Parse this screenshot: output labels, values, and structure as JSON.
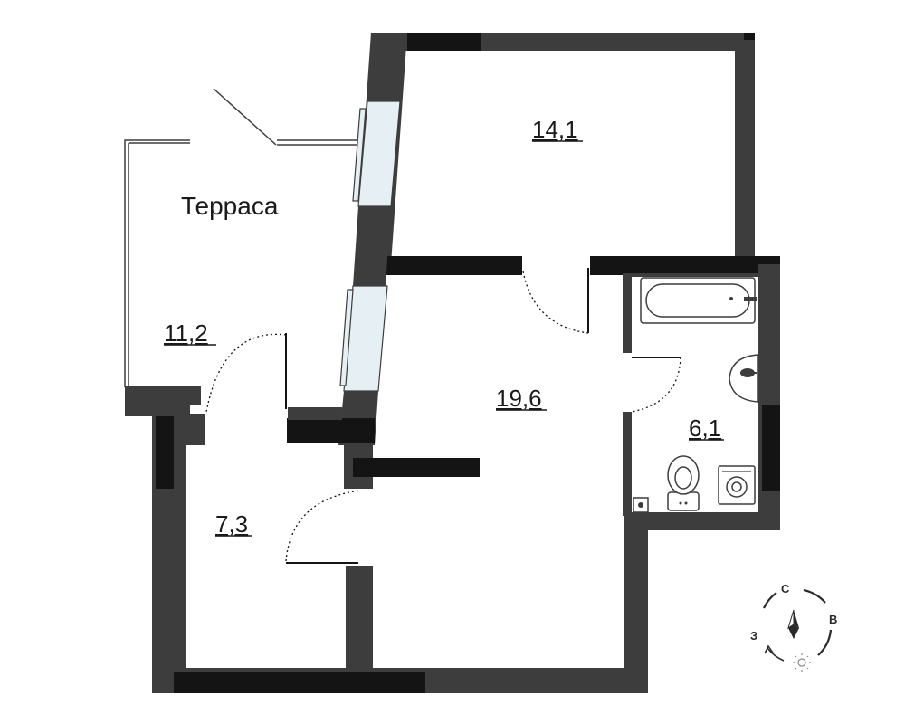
{
  "rooms": {
    "terrace": {
      "name": "Терраса",
      "area": "11,2"
    },
    "bedroom": {
      "area": "14,1"
    },
    "living": {
      "area": "19,6"
    },
    "bath": {
      "area": "6,1"
    },
    "hall": {
      "area": "7,3"
    }
  },
  "compass": {
    "north": "С",
    "east": "В",
    "west": "З"
  },
  "colors": {
    "wall": "#3d3d3d",
    "wall_dark": "#141414",
    "glass": "#e6f0f4"
  },
  "icons": [
    "bathtub-icon",
    "sink-icon",
    "toilet-icon",
    "washing-machine-icon",
    "compass-needle-icon",
    "sun-icon"
  ]
}
